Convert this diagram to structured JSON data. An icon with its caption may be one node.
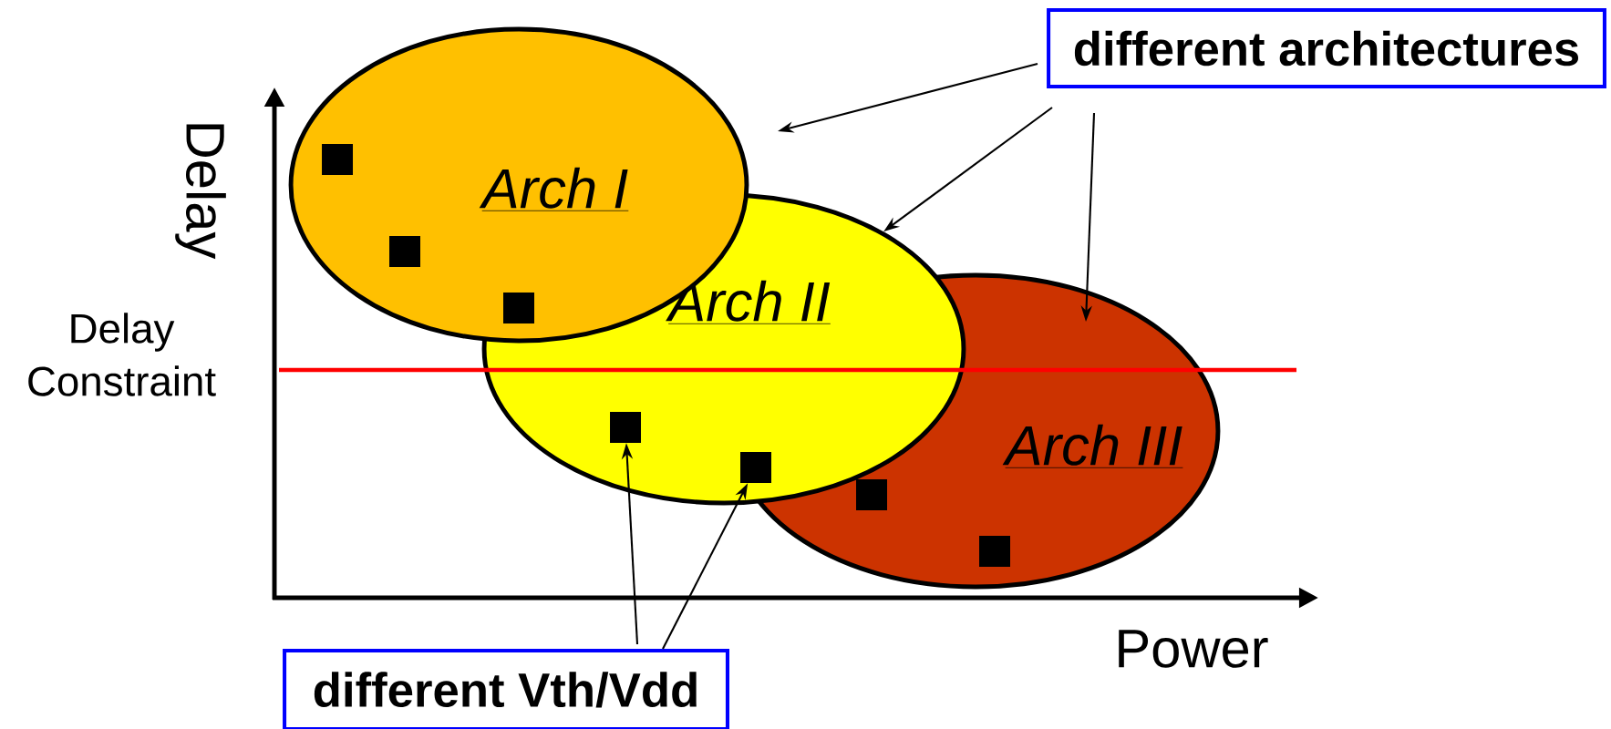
{
  "diagram": {
    "nodes": [
      {
        "text": [
          "Arch I"
        ]
      },
      {
        "text": [
          "Arch II"
        ]
      },
      {
        "text": [
          "Arch III"
        ]
      },
      {
        "text": [
          "different architectures"
        ]
      },
      {
        "text": [
          "different Vth/Vdd"
        ]
      },
      {
        "text": [],
        "shape": "box",
        "in": 0
      },
      {
        "text": [],
        "shape": "box",
        "in": 0
      },
      {
        "text": [],
        "shape": "box"
      },
      {
        "text": [],
        "shape": "box",
        "in": 1
      },
      {
        "text": [],
        "shape": "box"
      },
      {
        "text": [],
        "shape": "box",
        "in": 2
      },
      {
        "text": [],
        "shape": "box",
        "in": 2
      }
    ],
    "edges": [
      {
        "from": 3,
        "to": 0,
        "arrow": "to"
      },
      {
        "from": 3,
        "to": 1,
        "arrow": "to"
      },
      {
        "from": 3,
        "to": 2,
        "arrow": "to"
      },
      {
        "from": 4,
        "to": 8,
        "arrow": "to"
      },
      {
        "from": 4,
        "to": 9,
        "arrow": "to"
      }
    ],
    "labels": [
      "Delay",
      "Delay Constraint",
      "Power"
    ]
  }
}
